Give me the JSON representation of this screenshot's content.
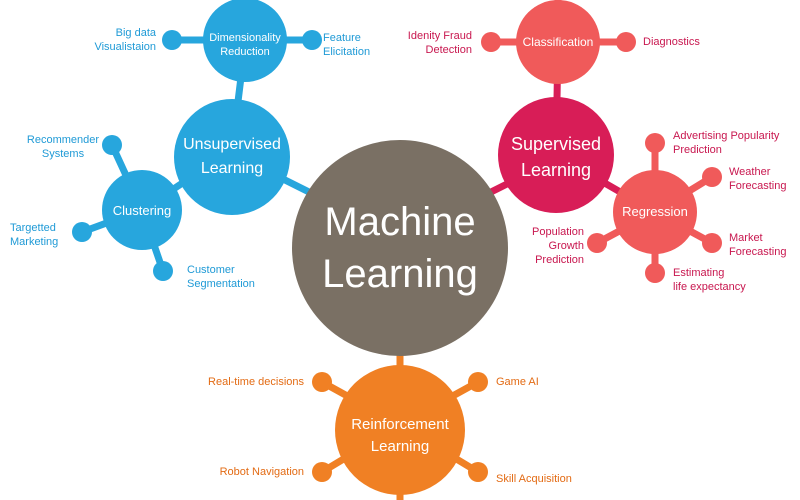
{
  "colors": {
    "center": "#7a7064",
    "unsupervised": "#27a6dd",
    "supervised": "#d81d57",
    "classification": "#f05a5a",
    "regression": "#f05a5a",
    "reinforcement": "#f08024",
    "blue_text": "#1f9ad6",
    "red_text": "#c8174f",
    "orange_text": "#e36b14",
    "background": "#ffffff"
  },
  "center": {
    "line1": "Machine",
    "line2": "Learning"
  },
  "unsupervised": {
    "line1": "Unsupervised",
    "line2": "Learning",
    "dimensionality": {
      "line1": "Dimensionality",
      "line2": "Reduction",
      "leaves": {
        "big_data": [
          "Big data",
          "Visualistaion"
        ],
        "feature": [
          "Feature",
          "Elicitation"
        ]
      }
    },
    "clustering": {
      "label": "Clustering",
      "leaves": {
        "recommender": [
          "Recommender",
          "Systems"
        ],
        "targetted": [
          "Targetted",
          "Marketing"
        ],
        "customer": [
          "Customer",
          "Segmentation"
        ]
      }
    }
  },
  "supervised": {
    "line1": "Supervised",
    "line2": "Learning",
    "classification": {
      "label": "Classification",
      "leaves": {
        "fraud": [
          "Idenity Fraud",
          "Detection"
        ],
        "diagnostics": [
          "Diagnostics"
        ]
      }
    },
    "regression": {
      "label": "Regression",
      "leaves": {
        "advertising": [
          "Advertising Popularity",
          "Prediction"
        ],
        "weather": [
          "Weather",
          "Forecasting"
        ],
        "market": [
          "Market",
          "Forecasting"
        ],
        "life": [
          "Estimating",
          "life expectancy"
        ],
        "population": [
          "Population",
          "Growth",
          "Prediction"
        ]
      }
    }
  },
  "reinforcement": {
    "line1": "Reinforcement",
    "line2": "Learning",
    "leaves": {
      "realtime": "Real-time decisions",
      "game": "Game AI",
      "robot": "Robot Navigation",
      "skill": "Skill Acquisition"
    }
  }
}
